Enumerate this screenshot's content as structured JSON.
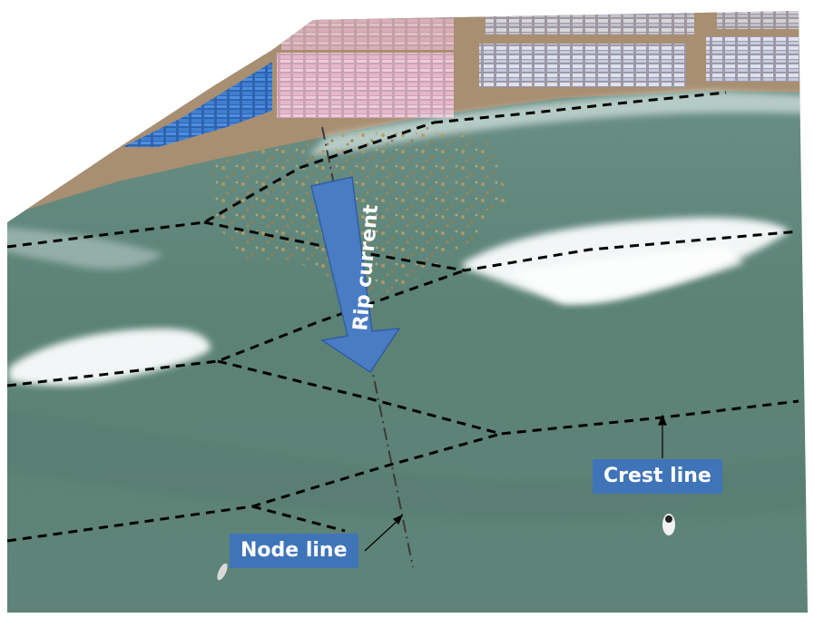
{
  "labels": {
    "rip_current": "Rip current",
    "crest_line": "Crest line",
    "node_line": "Node line"
  },
  "colors": {
    "label_box": "#3f74b8",
    "arrow": "#4a7cc4",
    "dashed_line": "#000000",
    "sea": "#5f8478",
    "sand": "#a88f72",
    "foam": "#f2f6f6"
  }
}
